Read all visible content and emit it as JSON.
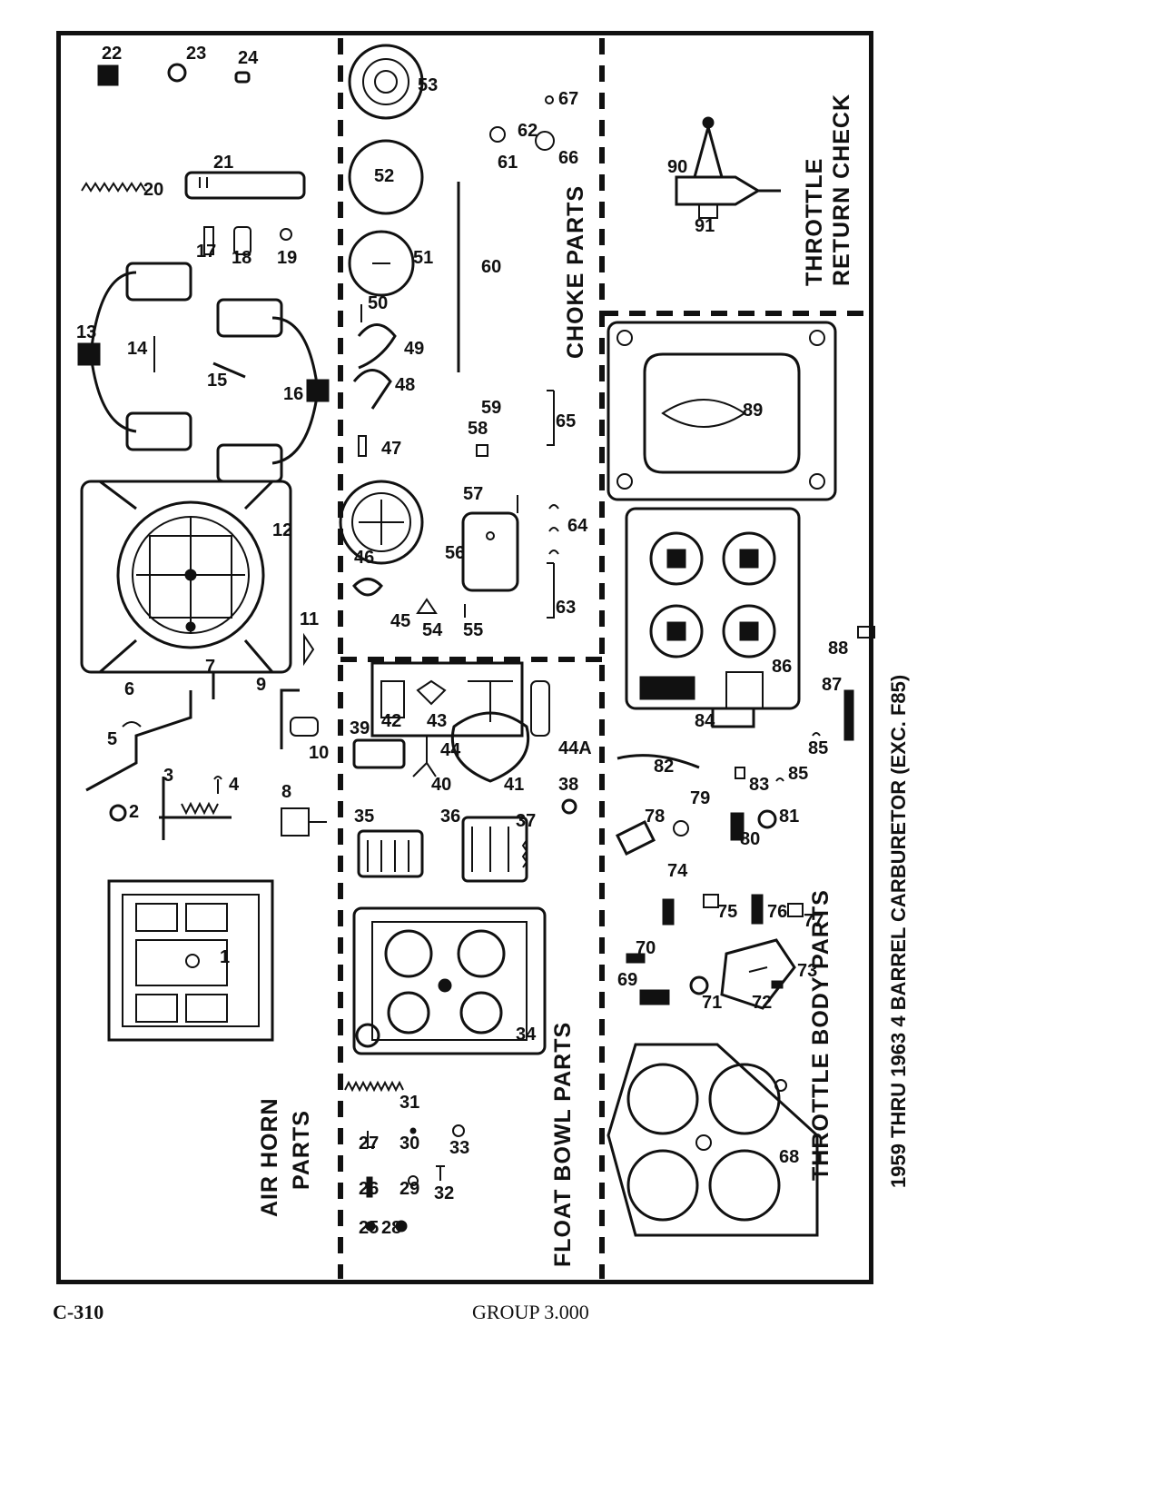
{
  "page": {
    "page_number": "C-310",
    "group": "GROUP 3.000",
    "title": "1959 THRU 1963 4 BARREL CARBURETOR (EXC. F85)"
  },
  "sections": {
    "air_horn_line1": "AIR HORN",
    "air_horn_line2": "PARTS",
    "float_bowl": "FLOAT BOWL PARTS",
    "choke": "CHOKE PARTS",
    "throttle_body": "THROTTLE BODY PARTS",
    "throttle_return_line1": "THROTTLE",
    "throttle_return_line2": "RETURN CHECK"
  },
  "parts": {
    "p1": "1",
    "p2": "2",
    "p3": "3",
    "p4": "4",
    "p5": "5",
    "p6": "6",
    "p7": "7",
    "p8": "8",
    "p9": "9",
    "p10": "10",
    "p11": "11",
    "p12": "12",
    "p13": "13",
    "p14": "14",
    "p15": "15",
    "p16": "16",
    "p17": "17",
    "p18": "18",
    "p19": "19",
    "p20": "20",
    "p21": "21",
    "p22": "22",
    "p23": "23",
    "p24": "24",
    "p25": "25",
    "p26": "26",
    "p27": "27",
    "p28": "28",
    "p29": "29",
    "p30": "30",
    "p31": "31",
    "p32": "32",
    "p33": "33",
    "p34": "34",
    "p35": "35",
    "p36": "36",
    "p37": "37",
    "p38": "38",
    "p39": "39",
    "p40": "40",
    "p41": "41",
    "p42": "42",
    "p43": "43",
    "p44": "44",
    "p44a": "44A",
    "p45": "45",
    "p46": "46",
    "p47": "47",
    "p48": "48",
    "p49": "49",
    "p50": "50",
    "p51": "51",
    "p52": "52",
    "p53": "53",
    "p54": "54",
    "p55": "55",
    "p56": "56",
    "p57": "57",
    "p58": "58",
    "p59": "59",
    "p60": "60",
    "p61": "61",
    "p62": "62",
    "p63": "63",
    "p64": "64",
    "p65": "65",
    "p66": "66",
    "p67": "67",
    "p68": "68",
    "p69": "69",
    "p70": "70",
    "p71": "71",
    "p72": "72",
    "p73": "73",
    "p74": "74",
    "p75": "75",
    "p76": "76",
    "p77": "77",
    "p78": "78",
    "p79": "79",
    "p80": "80",
    "p81": "81",
    "p82": "82",
    "p83": "83",
    "p84": "84",
    "p85a": "85",
    "p85b": "85",
    "p86": "86",
    "p87": "87",
    "p88": "88",
    "p89": "89",
    "p90": "90",
    "p91": "91"
  }
}
